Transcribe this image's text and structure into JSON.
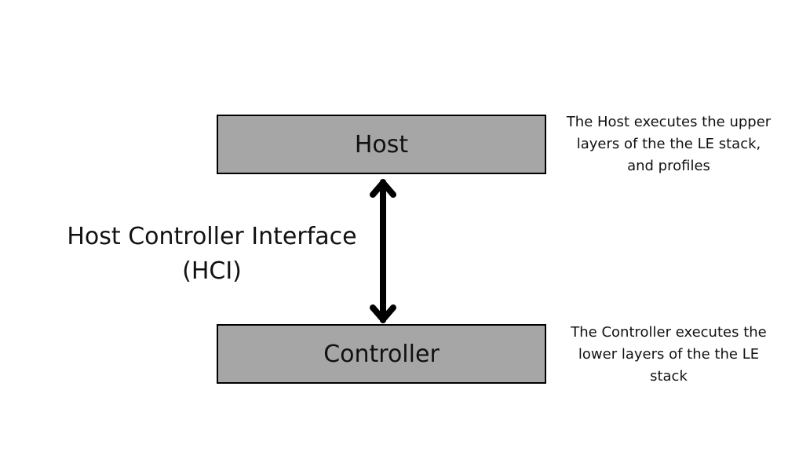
{
  "diagram": {
    "boxes": {
      "host": {
        "label": "Host",
        "fill_color": "#a6a6a6",
        "border_color": "#000000"
      },
      "controller": {
        "label": "Controller",
        "fill_color": "#a6a6a6",
        "border_color": "#000000"
      }
    },
    "connector": {
      "label_line1": "Host Controller Interface",
      "label_line2": "(HCI)",
      "style": "double-headed-arrow",
      "color": "#000000"
    },
    "notes": {
      "host_line1": "The Host executes the upper",
      "host_line2": "layers of the the LE stack,",
      "host_line3": "and profiles",
      "controller_line1": "The Controller executes the",
      "controller_line2": "lower layers of the the LE",
      "controller_line3": "stack"
    }
  }
}
